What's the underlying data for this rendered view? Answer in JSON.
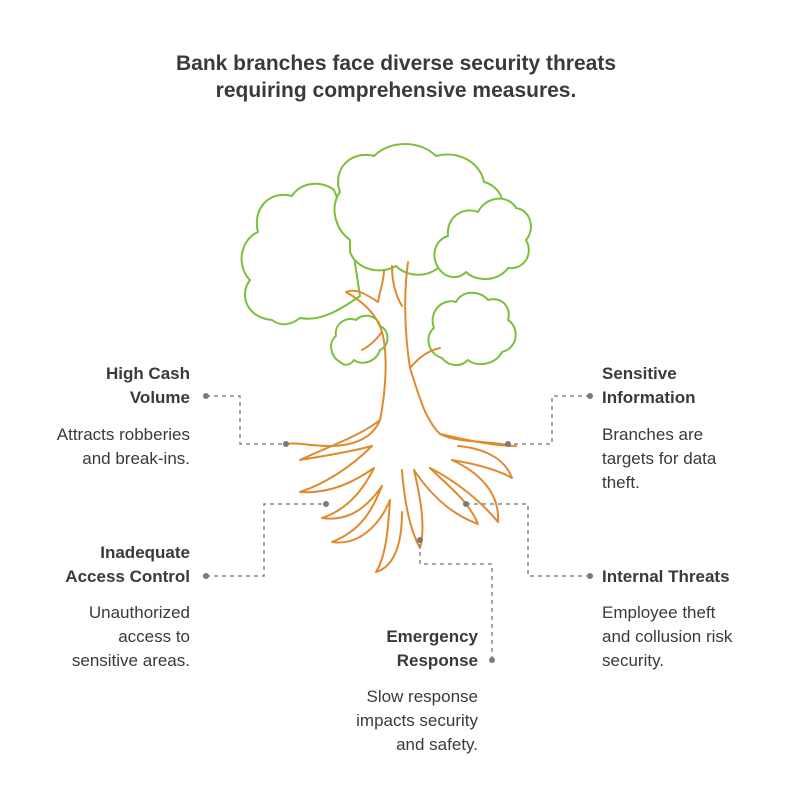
{
  "title": {
    "line1": "Bank branches face diverse security threats",
    "line2": "requiring comprehensive measures."
  },
  "colors": {
    "foliage": "#7bbf3c",
    "trunk": "#e08a2e",
    "connector": "#8a8a8a",
    "text": "#3a3a3a"
  },
  "items": {
    "high_cash": {
      "label": [
        "High Cash",
        "Volume"
      ],
      "desc": [
        "Attracts robberies",
        "and break-ins."
      ]
    },
    "sensitive_info": {
      "label": [
        "Sensitive",
        "Information"
      ],
      "desc": [
        "Branches are",
        "targets for data",
        "theft."
      ]
    },
    "access_control": {
      "label": [
        "Inadequate",
        "Access Control"
      ],
      "desc": [
        "Unauthorized",
        "access to",
        "sensitive areas."
      ]
    },
    "internal_threats": {
      "label": [
        "Internal Threats"
      ],
      "desc": [
        "Employee theft",
        "and collusion risk",
        "security."
      ]
    },
    "emergency": {
      "label": [
        "Emergency",
        "Response"
      ],
      "desc": [
        "Slow response",
        "impacts security",
        "and safety."
      ]
    }
  }
}
